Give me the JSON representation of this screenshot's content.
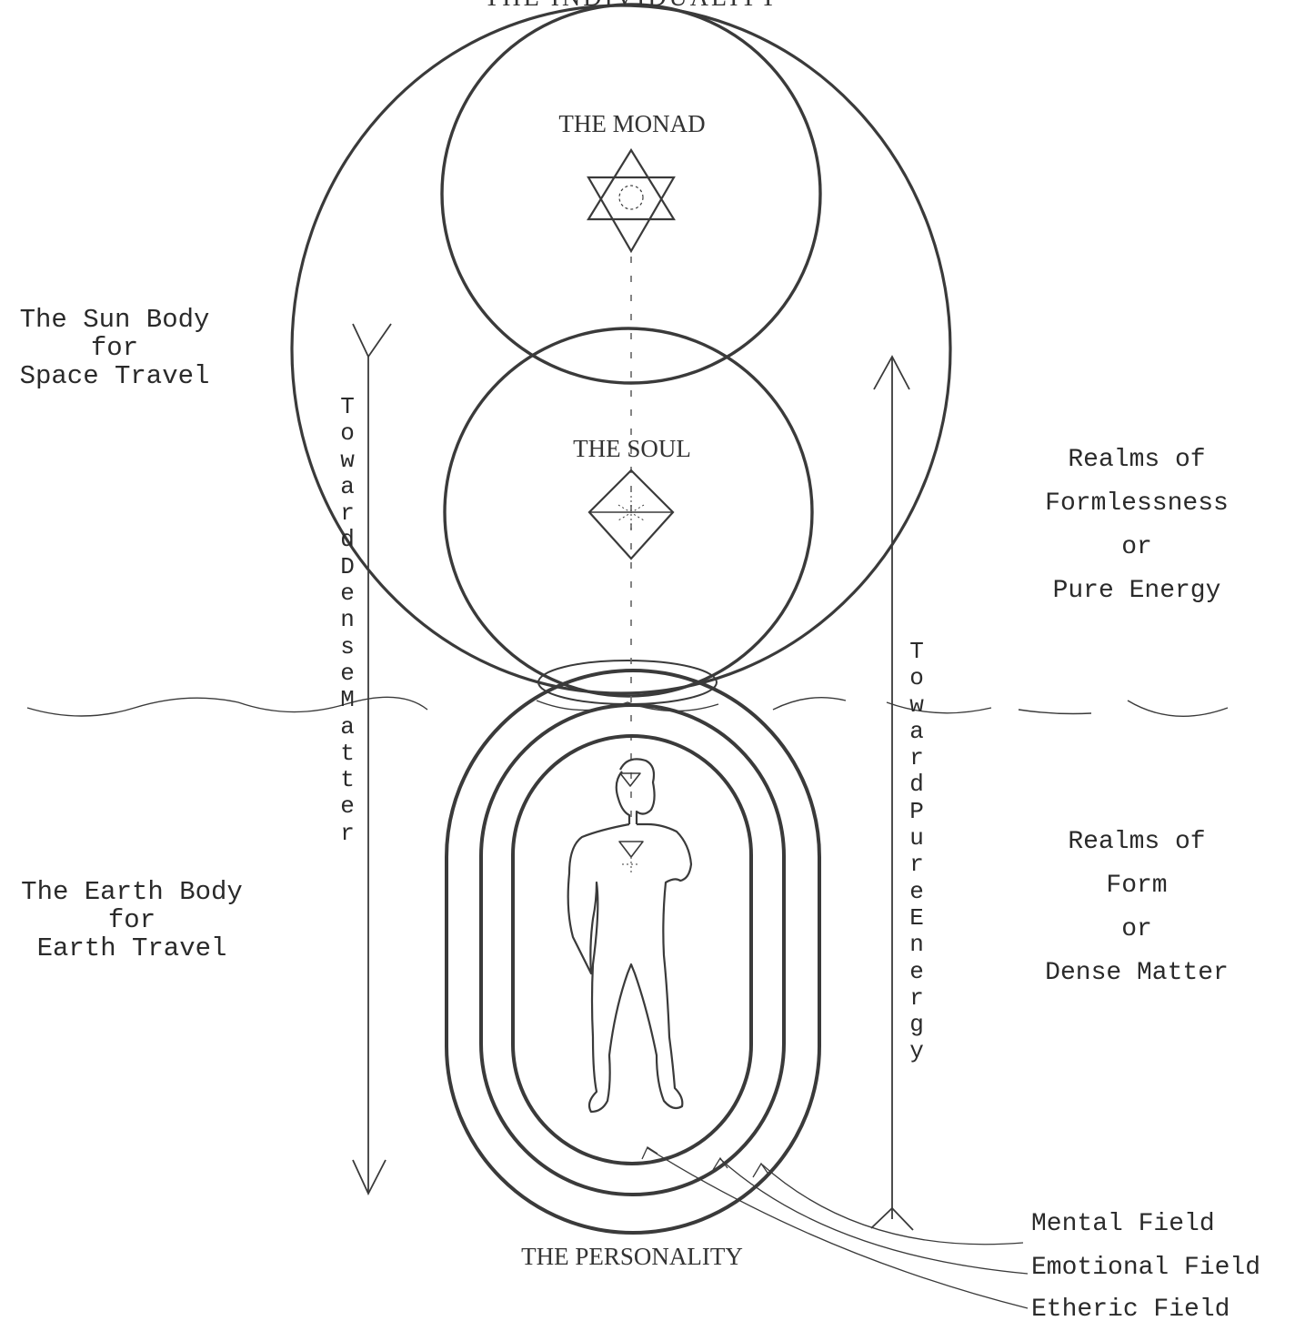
{
  "top_label": "THE INDIVIDUALITY",
  "monad_label": "THE MONAD",
  "soul_label": "THE SOUL",
  "personality_label": "THE PERSONALITY",
  "left_labels": {
    "sun_body": [
      "The Sun Body",
      "for",
      "Space Travel"
    ],
    "earth_body": [
      "The Earth Body",
      "for",
      "Earth Travel"
    ]
  },
  "right_labels": {
    "formless": [
      "Realms of",
      "Formlessness",
      "or",
      "Pure Energy"
    ],
    "form": [
      "Realms of",
      "Form",
      "or",
      "Dense Matter"
    ]
  },
  "arrows": {
    "down_text": "TowardDenseMatter",
    "up_text": "TowardPureEnergy"
  },
  "fields": [
    "Mental Field",
    "Emotional Field",
    "Etheric Field"
  ]
}
